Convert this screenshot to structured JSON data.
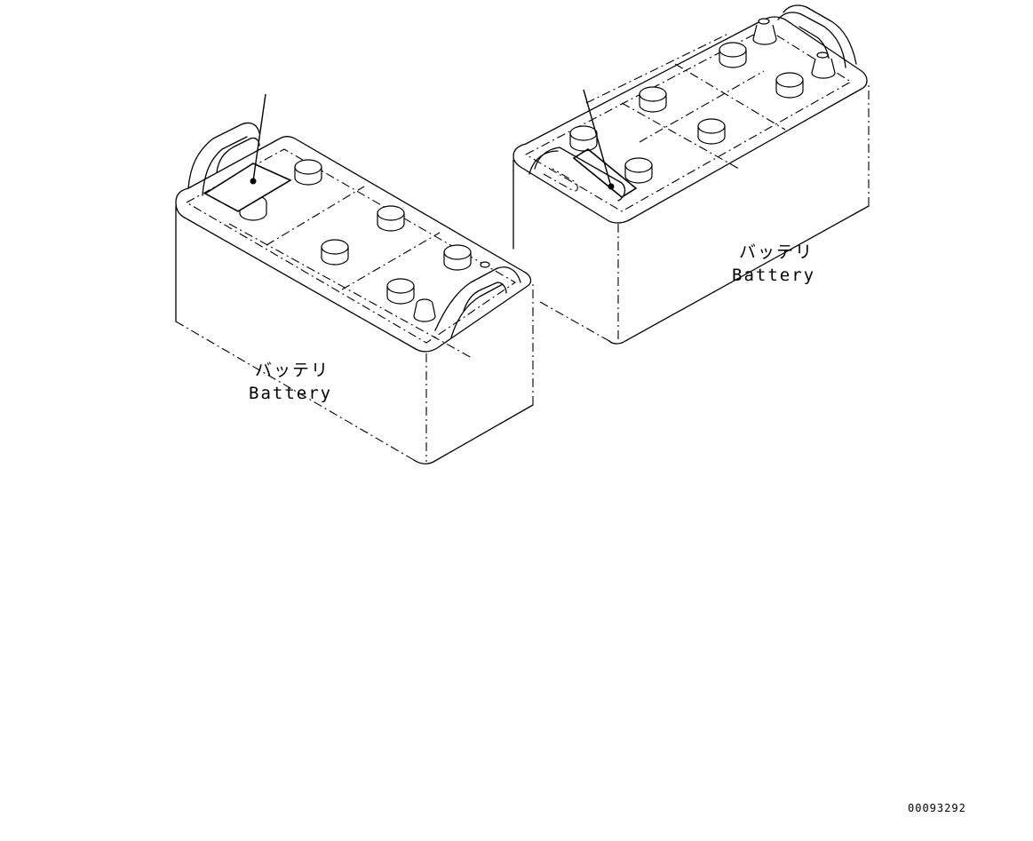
{
  "labels": {
    "battery_left_jp": "バッテリ",
    "battery_left_en": "Battery",
    "battery_right_jp": "バッテリ",
    "battery_right_en": "Battery"
  },
  "drawing_code": "00093292"
}
